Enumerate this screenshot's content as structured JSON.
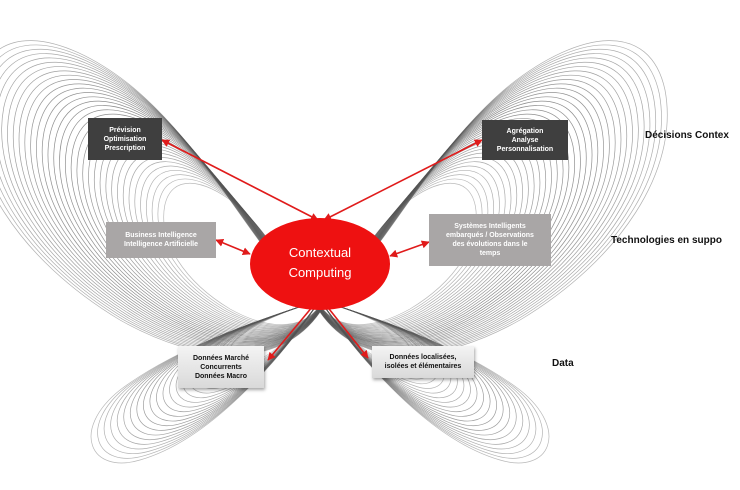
{
  "center": {
    "line1": "Contextual",
    "line2": "Computing",
    "fill": "#ee1111"
  },
  "boxes": {
    "prevision": [
      "Prévision",
      "Optimisation",
      "Prescription"
    ],
    "agregation": [
      "Agrégation",
      "Analyse",
      "Personnalisation"
    ],
    "bi": [
      "Business Intelligence",
      "Intelligence Artificielle"
    ],
    "systemes": [
      "Systèmes Intelligents",
      "embarqués / Observations",
      "des évolutions dans le",
      "temps"
    ],
    "donnees_marche": [
      "Données Marché",
      "Concurrents",
      "Données Macro"
    ],
    "donnees_localisees": [
      "Données localisées,",
      "isolées et élémentaires"
    ]
  },
  "side_labels": {
    "decisions": "Décisions Contex",
    "technologies": "Technologies en suppo",
    "data": "Data"
  },
  "colors": {
    "arrow": "#e01b1b",
    "curve": "#555555",
    "dark_box": "#3f3f3f",
    "mid_box": "#a9a6a6"
  }
}
